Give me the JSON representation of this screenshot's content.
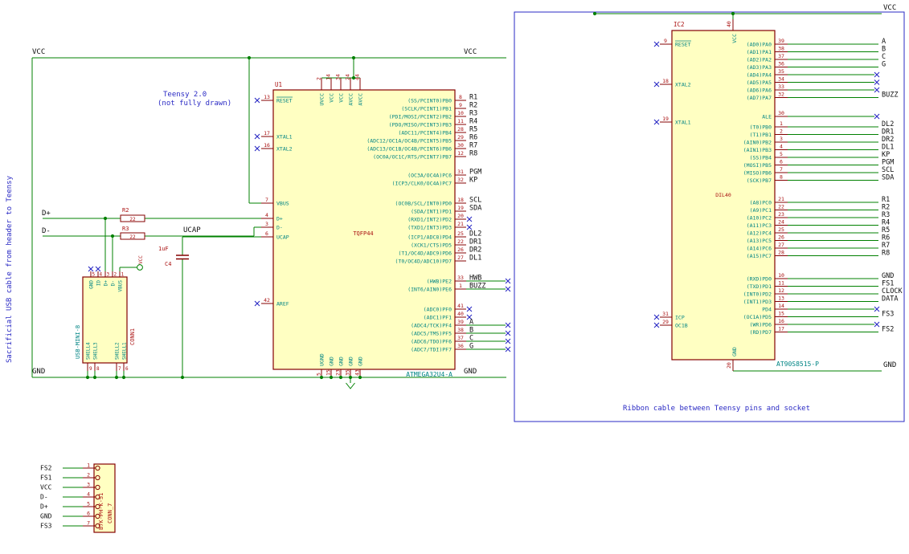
{
  "notes": {
    "left_vertical": "Sacrificial USB cable from header to Teensy",
    "teensy_line1": "Teensy 2.0",
    "teensy_line2": "(not fully drawn)",
    "ribbon": "Ribbon cable between Teensy pins and socket"
  },
  "rails": {
    "vcc_left": "VCC",
    "vcc_right": "VCC",
    "gnd_left": "GND",
    "gnd_right": "GND",
    "dplus": "D+",
    "dminus": "D-",
    "ucap": "UCAP",
    "vcc_top_right": "VCC",
    "gnd_bottom_right": "GND",
    "conn1_vcc": "VCC"
  },
  "u1": {
    "ref": "U1",
    "value": "ATMEGA32U4-A",
    "footprint": "TQFP44",
    "left_pins": [
      {
        "num": "13",
        "name": "RESET",
        "overline": true,
        "nc": true
      },
      {
        "num": "17",
        "name": "XTAL1",
        "nc": true
      },
      {
        "num": "16",
        "name": "XTAL2",
        "nc": true
      },
      {
        "num": "7",
        "name": "VBUS"
      },
      {
        "num": "4",
        "name": "D+"
      },
      {
        "num": "3",
        "name": "D-"
      },
      {
        "num": "6",
        "name": "UCAP"
      },
      {
        "num": "42",
        "name": "AREF",
        "nc": true
      }
    ],
    "top_pins": [
      {
        "num": "2",
        "name": "UVCC"
      },
      {
        "num": "14",
        "name": "VCC"
      },
      {
        "num": "34",
        "name": "VCC"
      },
      {
        "num": "24",
        "name": "AVCC"
      },
      {
        "num": "44",
        "name": "AVCC"
      }
    ],
    "bottom_pins": [
      {
        "num": "5",
        "name": "UGND"
      },
      {
        "num": "15",
        "name": "GND"
      },
      {
        "num": "23",
        "name": "GND"
      },
      {
        "num": "35",
        "name": "GND"
      },
      {
        "num": "43",
        "name": "GND"
      }
    ],
    "right_pins": [
      {
        "num": "8",
        "name": "(SS/PCINT0)PB0",
        "label": "R1"
      },
      {
        "num": "9",
        "name": "(SCLK/PCINT1)PB1",
        "label": "R2"
      },
      {
        "num": "10",
        "name": "(PDI/MOSI/PCINT2)PB2",
        "label": "R3"
      },
      {
        "num": "11",
        "name": "(PDO/MISO/PCINT3)PB3",
        "label": "R4"
      },
      {
        "num": "28",
        "name": "(ADC11/PCINT4)PB4",
        "label": "R5"
      },
      {
        "num": "29",
        "name": "(ADC12/OC1A/OC4B/PCINT5)PB5",
        "label": "R6"
      },
      {
        "num": "30",
        "name": "(ADC13/OC1B/OC4B/PCINT6)PB6",
        "label": "R7"
      },
      {
        "num": "12",
        "name": "(OC0A/OC1C/RTS/PCINT7)PB7",
        "label": "R8"
      },
      {
        "num": "31",
        "name": "(OC3A/OC4A)PC6",
        "label": "PGM"
      },
      {
        "num": "32",
        "name": "(ICP3/CLK0/OC4A)PC7",
        "label": "KP"
      },
      {
        "num": "18",
        "name": "(OC0B/SCL/INT0)PD0",
        "label": "SCL"
      },
      {
        "num": "19",
        "name": "(SDA/INT1)PD1",
        "label": "SDA"
      },
      {
        "num": "20",
        "name": "(RXD1/INT2)PD2",
        "nc": true
      },
      {
        "num": "21",
        "name": "(TXD1/INT3)PD3",
        "nc": true
      },
      {
        "num": "25",
        "name": "(ICP1/ADC8)PD4",
        "label": "DL2"
      },
      {
        "num": "22",
        "name": "(XCK1/CTS)PD5",
        "label": "DR1"
      },
      {
        "num": "26",
        "name": "(T1/OC4D/ADC9)PD6",
        "label": "DR2"
      },
      {
        "num": "27",
        "name": "(T0/OC4D/ADC10)PD7",
        "label": "DL1"
      },
      {
        "num": "33",
        "name": "(HWB)PE2",
        "label": "HWB",
        "xafter": true
      },
      {
        "num": "1",
        "name": "(INT6/AIN0)PE6",
        "label": "BUZZ",
        "xafter": true
      },
      {
        "num": "41",
        "name": "(ADC0)PF0",
        "nc": true
      },
      {
        "num": "40",
        "name": "(ADC1)PF1",
        "nc": true
      },
      {
        "num": "39",
        "name": "(ADC4/TCK)PF4",
        "label": "A",
        "xafter": true
      },
      {
        "num": "38",
        "name": "(ADC5/TMS)PF5",
        "label": "B",
        "xafter": true
      },
      {
        "num": "37",
        "name": "(ADC6/TDO)PF6",
        "label": "C",
        "xafter": true
      },
      {
        "num": "36",
        "name": "(ADC7/TDI)PF7",
        "label": "G",
        "xafter": true
      }
    ]
  },
  "ic2": {
    "ref": "IC2",
    "value": "AT90S8515-P",
    "footprint": "DIL40",
    "top_pin": {
      "num": "40",
      "name": "VCC"
    },
    "bottom_pin": {
      "num": "20",
      "name": "GND"
    },
    "left_pins": [
      {
        "num": "9",
        "name": "RESET",
        "overline": true,
        "nc": true
      },
      {
        "num": "18",
        "name": "XTAL2",
        "nc": true
      },
      {
        "num": "19",
        "name": "XTAL1",
        "nc": true
      },
      {
        "num": "31",
        "name": "ICP",
        "nc": true
      },
      {
        "num": "29",
        "name": "OC1B",
        "nc": true
      }
    ],
    "right_pins": [
      {
        "num": "39",
        "name": "(AD0)PA0",
        "label": "A"
      },
      {
        "num": "38",
        "name": "(AD1)PA1",
        "label": "B"
      },
      {
        "num": "37",
        "name": "(AD2)PA2",
        "label": "C"
      },
      {
        "num": "36",
        "name": "(AD3)PA3",
        "label": "G"
      },
      {
        "num": "35",
        "name": "(AD4)PA4",
        "nc": true
      },
      {
        "num": "34",
        "name": "(AD5)PA5",
        "nc": true
      },
      {
        "num": "33",
        "name": "(AD6)PA6",
        "nc": true
      },
      {
        "num": "32",
        "name": "(AD7)PA7",
        "label": "BUZZ"
      },
      {
        "num": "30",
        "name": "ALE",
        "nc": true
      },
      {
        "num": "1",
        "name": "(T0)PB0",
        "label": "DL2"
      },
      {
        "num": "2",
        "name": "(T1)PB1",
        "label": "DR1"
      },
      {
        "num": "3",
        "name": "(AIN0)PB2",
        "label": "DR2"
      },
      {
        "num": "4",
        "name": "(AIN1)PB3",
        "label": "DL1"
      },
      {
        "num": "5",
        "name": "(SS)PB4",
        "label": "KP"
      },
      {
        "num": "6",
        "name": "(MOSI)PB5",
        "label": "PGM"
      },
      {
        "num": "7",
        "name": "(MISO)PB6",
        "label": "SCL"
      },
      {
        "num": "8",
        "name": "(SCK)PB7",
        "label": "SDA"
      },
      {
        "num": "21",
        "name": "(A8)PC0",
        "label": "R1"
      },
      {
        "num": "22",
        "name": "(A9)PC1",
        "label": "R2"
      },
      {
        "num": "23",
        "name": "(A10)PC2",
        "label": "R3"
      },
      {
        "num": "24",
        "name": "(A11)PC3",
        "label": "R4"
      },
      {
        "num": "25",
        "name": "(A12)PC4",
        "label": "R5"
      },
      {
        "num": "26",
        "name": "(A13)PC5",
        "label": "R6"
      },
      {
        "num": "27",
        "name": "(A14)PC6",
        "label": "R7"
      },
      {
        "num": "28",
        "name": "(A15)PC7",
        "label": "R8"
      },
      {
        "num": "10",
        "name": "(RXD)PD0",
        "label": "GND"
      },
      {
        "num": "11",
        "name": "(TXD)PD1",
        "label": "FS1"
      },
      {
        "num": "12",
        "name": "(INT0)PD2",
        "label": "CLOCK"
      },
      {
        "num": "13",
        "name": "(INT1)PD3",
        "label": "DATA"
      },
      {
        "num": "14",
        "name": "PD4",
        "nc": true
      },
      {
        "num": "15",
        "name": "(OC1A)PD5",
        "label": "FS3"
      },
      {
        "num": "16",
        "name": "(WR)PD6",
        "nc": true
      },
      {
        "num": "17",
        "name": "(RD)PD7",
        "label": "FS2"
      }
    ]
  },
  "r2": {
    "ref": "R2",
    "value": "22"
  },
  "r3": {
    "ref": "R3",
    "value": "22"
  },
  "c4": {
    "ref": "C4",
    "value": "1uF"
  },
  "conn1": {
    "ref": "CONN1",
    "value": "USB-MINI-B",
    "top_pins": [
      {
        "num": "5",
        "name": "GND",
        "nc": true
      },
      {
        "num": "4",
        "name": "ID",
        "nc": true
      },
      {
        "num": "3",
        "name": "D+"
      },
      {
        "num": "2",
        "name": "D-"
      },
      {
        "num": "1",
        "name": "VBUS"
      }
    ],
    "bottom_pins": [
      {
        "num": "9",
        "name": "SHELL4"
      },
      {
        "num": "8",
        "name": "SHELL3"
      },
      {
        "num": "7",
        "name": "SHELL2"
      },
      {
        "num": "6",
        "name": "SHELL1"
      }
    ]
  },
  "conn7": {
    "ref": "CONN_7",
    "value": "B7K-PH-K-S1",
    "pins": [
      {
        "num": "1",
        "label": "FS2"
      },
      {
        "num": "2",
        "label": "FS1"
      },
      {
        "num": "3",
        "label": "VCC"
      },
      {
        "num": "4",
        "label": "D-"
      },
      {
        "num": "5",
        "label": "D+"
      },
      {
        "num": "6",
        "label": "GND"
      },
      {
        "num": "7",
        "label": "FS3"
      }
    ]
  },
  "colors": {
    "wire": "#008000",
    "pin": "#840000",
    "pin_number": "#AA1111",
    "pin_name": "#008484",
    "label": "#101010",
    "no_connect": "#2A2AC4",
    "body_outline": "#840000",
    "body_fill": "#FFFFC2",
    "note": "#2A2AC4"
  }
}
